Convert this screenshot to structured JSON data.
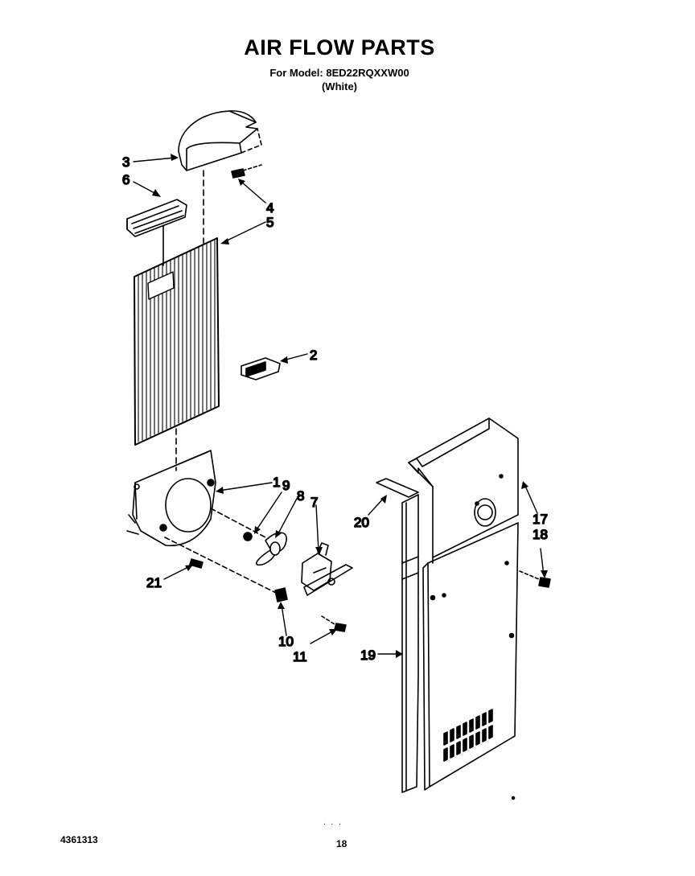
{
  "header": {
    "title": "AIR FLOW PARTS",
    "model_line": "For Model: 8ED22RQXXW00",
    "color_line": "(White)"
  },
  "callouts": {
    "p1": "1",
    "p2": "2",
    "p3": "3",
    "p4": "4",
    "p5": "5",
    "p6": "6",
    "p7": "7",
    "p8": "8",
    "p9": "9",
    "p10": "10",
    "p11": "11",
    "p17": "17",
    "p18": "18",
    "p19": "19",
    "p20": "20",
    "p21": "21"
  },
  "footer": {
    "doc_number": "4361313",
    "page_number": "18",
    "dots": ". . ."
  }
}
